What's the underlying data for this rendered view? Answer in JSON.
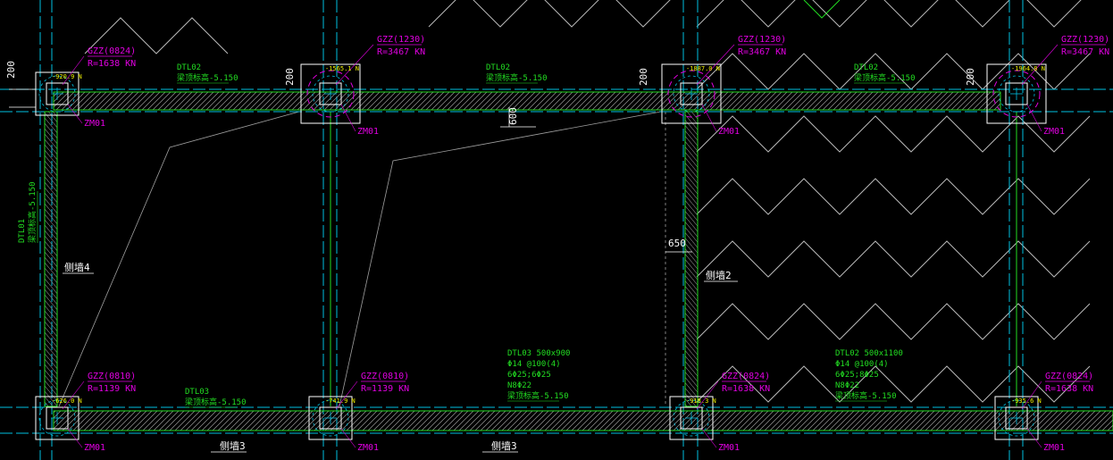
{
  "colors": {
    "background": "#000000",
    "axis": "#00c0e0",
    "beam": "#22dd22",
    "label_magenta": "#e000e0",
    "load_yellow": "#f0f000",
    "dimension": "#ffffff",
    "hatch": "#9a9a9a"
  },
  "columns": [
    {
      "id": "GZZ(0824)",
      "reaction": "R=1638 KN",
      "top_value": "-920.9 N",
      "footing": "ZM01",
      "ring": false
    },
    {
      "id": "GZZ(1230)",
      "reaction": "R=3467 KN",
      "top_value": "-1565.1 N",
      "footing": "ZM01",
      "ring": true
    },
    {
      "id": "GZZ(1230)",
      "reaction": "R=3467 KN",
      "top_value": "-1887.0 N",
      "footing": "ZM01",
      "ring": true
    },
    {
      "id": "GZZ(1230)",
      "reaction": "R=3467 KN",
      "top_value": "-1964.8 N",
      "footing": "ZM01",
      "ring": true
    },
    {
      "id": "GZZ(0810)",
      "reaction": "R=1139 KN",
      "top_value": "-626.0 N",
      "footing": "ZM01",
      "ring": false
    },
    {
      "id": "GZZ(0810)",
      "reaction": "R=1139 KN",
      "top_value": "-741.9 N",
      "footing": "ZM01",
      "ring": false
    },
    {
      "id": "GZZ(0824)",
      "reaction": "R=1638 KN",
      "top_value": "-918.3 N",
      "footing": "ZM01",
      "ring": false
    },
    {
      "id": "GZZ(0824)",
      "reaction": "R=1638 KN",
      "top_value": "-935.6 N",
      "footing": "ZM01",
      "ring": false
    }
  ],
  "beams": [
    {
      "name": "DTL02",
      "lines": [
        "梁顶标高-5.150"
      ]
    },
    {
      "name": "DTL02",
      "lines": [
        "梁顶标高-5.150"
      ]
    },
    {
      "name": "DTL02",
      "lines": [
        "梁顶标高-5.150"
      ]
    },
    {
      "name": "DTL03",
      "lines": [
        "梁顶标高-5.150"
      ]
    },
    {
      "name": "DTL03 500x900",
      "lines": [
        "Φ14 @100(4)",
        "6Φ25;6Φ25",
        "N8Φ22",
        "梁顶标高-5.150"
      ]
    },
    {
      "name": "DTL02 500x1100",
      "lines": [
        "Φ14 @100(4)",
        "6Φ25;8Φ25",
        "N8Φ22",
        "梁顶标高-5.150"
      ]
    },
    {
      "name": "DTL01",
      "lines": [
        "梁顶标高-5.150"
      ]
    }
  ],
  "dimensions": [
    "200",
    "200",
    "200",
    "200",
    "600",
    "650"
  ],
  "walls": [
    "侧墙4",
    "侧墙2",
    "侧墙3",
    "侧墙3"
  ]
}
